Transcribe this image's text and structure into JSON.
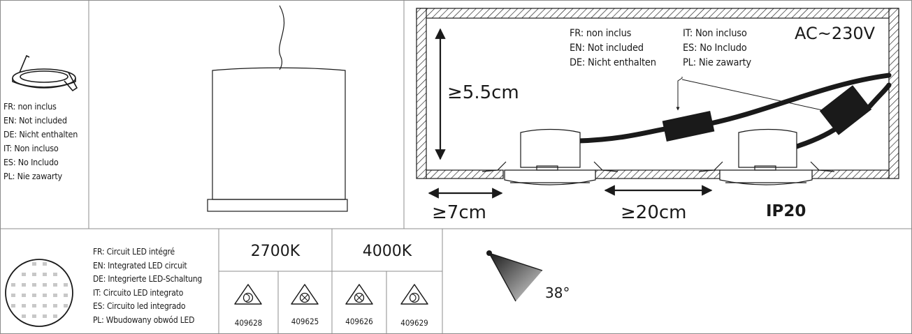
{
  "not_included_left": {
    "fr": "FR: non inclus",
    "en": "EN: Not included",
    "de": "DE: Nicht enthalten",
    "it": "IT: Non incluso",
    "es": "ES: No Includo",
    "pl": "PL: Nie zawarty"
  },
  "installation": {
    "not_included_col1": {
      "fr": "FR: non inclus",
      "en": "EN: Not included",
      "de": "DE: Nicht enthalten"
    },
    "not_included_col2": {
      "it": "IT: Non incluso",
      "es": "ES: No Includo",
      "pl": "PL: Nie zawarty"
    },
    "voltage": "AC~230V",
    "min_depth": "≥5.5cm",
    "min_wall_distance": "≥7cm",
    "min_spacing": "≥20cm",
    "ip_rating": "IP20"
  },
  "led_circuit": {
    "fr": "FR: Circuit LED intégré",
    "en": "EN: Integrated LED circuit",
    "de": "DE: Integrierte LED-Schaltung",
    "it": "IT: Circuito LED integrato",
    "es": "ES: Circuito led integrado",
    "pl": "PL: Wbudowany obwód LED"
  },
  "color_temperatures": [
    {
      "label": "2700K",
      "variants": [
        {
          "code": "409628",
          "icon": "dimmable-icon"
        },
        {
          "code": "409625",
          "icon": "non-dimmable-icon"
        }
      ]
    },
    {
      "label": "4000K",
      "variants": [
        {
          "code": "409626",
          "icon": "non-dimmable-icon"
        },
        {
          "code": "409629",
          "icon": "dimmable-icon"
        }
      ]
    }
  ],
  "beam_angle": "38°",
  "colors": {
    "line": "#1a1a1a",
    "border": "#8c8c8c",
    "accent_gray": "#c8c8c8"
  }
}
